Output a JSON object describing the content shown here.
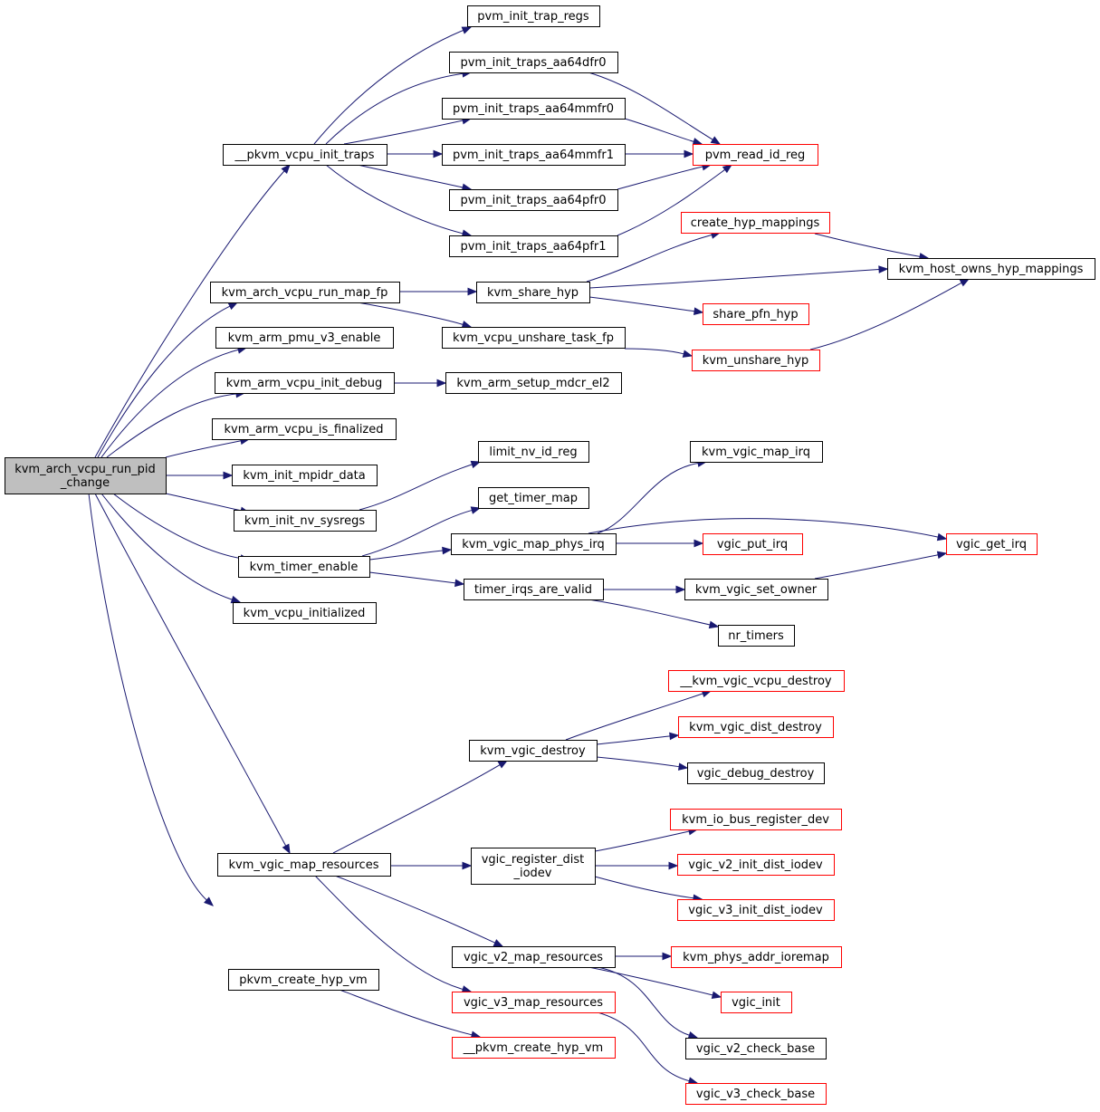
{
  "colors": {
    "edge": "#191970",
    "normal_border": "#000000",
    "truncated_border": "#ff0000",
    "root_fill": "#bfbfbf",
    "fill": "#ffffff"
  },
  "nodes": {
    "root": {
      "lines": [
        "kvm_arch_vcpu_run_pid",
        "_change"
      ],
      "type": "root"
    },
    "pkvm_init_traps": {
      "lines": [
        "__pkvm_vcpu_init_traps"
      ],
      "type": "normal"
    },
    "pvm_init_trap_regs": {
      "lines": [
        "pvm_init_trap_regs"
      ],
      "type": "normal"
    },
    "aa64dfr0": {
      "lines": [
        "pvm_init_traps_aa64dfr0"
      ],
      "type": "normal"
    },
    "aa64mmfr0": {
      "lines": [
        "pvm_init_traps_aa64mmfr0"
      ],
      "type": "normal"
    },
    "aa64mmfr1": {
      "lines": [
        "pvm_init_traps_aa64mmfr1"
      ],
      "type": "normal"
    },
    "aa64pfr0": {
      "lines": [
        "pvm_init_traps_aa64pfr0"
      ],
      "type": "normal"
    },
    "aa64pfr1": {
      "lines": [
        "pvm_init_traps_aa64pfr1"
      ],
      "type": "normal"
    },
    "pvm_read_id_reg": {
      "lines": [
        "pvm_read_id_reg"
      ],
      "type": "truncated"
    },
    "create_hyp_mappings": {
      "lines": [
        "create_hyp_mappings"
      ],
      "type": "truncated"
    },
    "kvm_host_owns_hyp_mappings": {
      "lines": [
        "kvm_host_owns_hyp_mappings"
      ],
      "type": "normal"
    },
    "run_map_fp": {
      "lines": [
        "kvm_arch_vcpu_run_map_fp"
      ],
      "type": "normal"
    },
    "kvm_share_hyp": {
      "lines": [
        "kvm_share_hyp"
      ],
      "type": "normal"
    },
    "share_pfn_hyp": {
      "lines": [
        "share_pfn_hyp"
      ],
      "type": "truncated"
    },
    "pmu_v3_enable": {
      "lines": [
        "kvm_arm_pmu_v3_enable"
      ],
      "type": "normal"
    },
    "unshare_task_fp": {
      "lines": [
        "kvm_vcpu_unshare_task_fp"
      ],
      "type": "normal"
    },
    "kvm_unshare_hyp": {
      "lines": [
        "kvm_unshare_hyp"
      ],
      "type": "truncated"
    },
    "init_debug": {
      "lines": [
        "kvm_arm_vcpu_init_debug"
      ],
      "type": "normal"
    },
    "setup_mdcr_el2": {
      "lines": [
        "kvm_arm_setup_mdcr_el2"
      ],
      "type": "normal"
    },
    "is_finalized": {
      "lines": [
        "kvm_arm_vcpu_is_finalized"
      ],
      "type": "normal"
    },
    "limit_nv_id_reg": {
      "lines": [
        "limit_nv_id_reg"
      ],
      "type": "normal"
    },
    "kvm_vgic_map_irq": {
      "lines": [
        "kvm_vgic_map_irq"
      ],
      "type": "normal"
    },
    "init_mpidr_data": {
      "lines": [
        "kvm_init_mpidr_data"
      ],
      "type": "normal"
    },
    "get_timer_map": {
      "lines": [
        "get_timer_map"
      ],
      "type": "normal"
    },
    "init_nv_sysregs": {
      "lines": [
        "kvm_init_nv_sysregs"
      ],
      "type": "normal"
    },
    "vgic_map_phys_irq": {
      "lines": [
        "kvm_vgic_map_phys_irq"
      ],
      "type": "normal"
    },
    "vgic_put_irq": {
      "lines": [
        "vgic_put_irq"
      ],
      "type": "truncated"
    },
    "vgic_get_irq": {
      "lines": [
        "vgic_get_irq"
      ],
      "type": "truncated"
    },
    "timer_enable": {
      "lines": [
        "kvm_timer_enable"
      ],
      "type": "normal"
    },
    "timer_irqs_are_valid": {
      "lines": [
        "timer_irqs_are_valid"
      ],
      "type": "normal"
    },
    "vgic_set_owner": {
      "lines": [
        "kvm_vgic_set_owner"
      ],
      "type": "normal"
    },
    "vcpu_initialized": {
      "lines": [
        "kvm_vcpu_initialized"
      ],
      "type": "normal"
    },
    "nr_timers": {
      "lines": [
        "nr_timers"
      ],
      "type": "normal"
    },
    "vgic_vcpu_destroy": {
      "lines": [
        "__kvm_vgic_vcpu_destroy"
      ],
      "type": "truncated"
    },
    "vgic_destroy": {
      "lines": [
        "kvm_vgic_destroy"
      ],
      "type": "normal"
    },
    "vgic_dist_destroy": {
      "lines": [
        "kvm_vgic_dist_destroy"
      ],
      "type": "truncated"
    },
    "vgic_debug_destroy": {
      "lines": [
        "vgic_debug_destroy"
      ],
      "type": "normal"
    },
    "io_bus_register_dev": {
      "lines": [
        "kvm_io_bus_register_dev"
      ],
      "type": "truncated"
    },
    "vgic_map_resources": {
      "lines": [
        "kvm_vgic_map_resources"
      ],
      "type": "normal"
    },
    "register_dist_iodev": {
      "lines": [
        "vgic_register_dist",
        "_iodev"
      ],
      "type": "normal"
    },
    "v2_init_dist_iodev": {
      "lines": [
        "vgic_v2_init_dist_iodev"
      ],
      "type": "truncated"
    },
    "v3_init_dist_iodev": {
      "lines": [
        "vgic_v3_init_dist_iodev"
      ],
      "type": "truncated"
    },
    "v2_map_resources": {
      "lines": [
        "vgic_v2_map_resources"
      ],
      "type": "normal"
    },
    "phys_addr_ioremap": {
      "lines": [
        "kvm_phys_addr_ioremap"
      ],
      "type": "truncated"
    },
    "pkvm_create_hyp_vm": {
      "lines": [
        "pkvm_create_hyp_vm"
      ],
      "type": "normal"
    },
    "vgic_init": {
      "lines": [
        "vgic_init"
      ],
      "type": "truncated"
    },
    "v3_map_resources": {
      "lines": [
        "vgic_v3_map_resources"
      ],
      "type": "truncated"
    },
    "__pkvm_create_hyp_vm": {
      "lines": [
        "__pkvm_create_hyp_vm"
      ],
      "type": "truncated"
    },
    "v2_check_base": {
      "lines": [
        "vgic_v2_check_base"
      ],
      "type": "normal"
    },
    "v3_check_base": {
      "lines": [
        "vgic_v3_check_base"
      ],
      "type": "truncated"
    }
  },
  "edges": [
    [
      "root",
      "pkvm_init_traps"
    ],
    [
      "root",
      "run_map_fp"
    ],
    [
      "root",
      "pmu_v3_enable"
    ],
    [
      "root",
      "init_debug"
    ],
    [
      "root",
      "is_finalized"
    ],
    [
      "root",
      "init_mpidr_data"
    ],
    [
      "root",
      "init_nv_sysregs"
    ],
    [
      "root",
      "timer_enable"
    ],
    [
      "root",
      "vcpu_initialized"
    ],
    [
      "root",
      "vgic_map_resources"
    ],
    [
      "root",
      "pkvm_create_hyp_vm"
    ],
    [
      "pkvm_init_traps",
      "pvm_init_trap_regs"
    ],
    [
      "pkvm_init_traps",
      "aa64dfr0"
    ],
    [
      "pkvm_init_traps",
      "aa64mmfr0"
    ],
    [
      "pkvm_init_traps",
      "aa64mmfr1"
    ],
    [
      "pkvm_init_traps",
      "aa64pfr0"
    ],
    [
      "pkvm_init_traps",
      "aa64pfr1"
    ],
    [
      "aa64dfr0",
      "pvm_read_id_reg"
    ],
    [
      "aa64mmfr0",
      "pvm_read_id_reg"
    ],
    [
      "aa64mmfr1",
      "pvm_read_id_reg"
    ],
    [
      "aa64pfr0",
      "pvm_read_id_reg"
    ],
    [
      "aa64pfr1",
      "pvm_read_id_reg"
    ],
    [
      "run_map_fp",
      "kvm_share_hyp"
    ],
    [
      "run_map_fp",
      "unshare_task_fp"
    ],
    [
      "kvm_share_hyp",
      "create_hyp_mappings"
    ],
    [
      "kvm_share_hyp",
      "kvm_host_owns_hyp_mappings"
    ],
    [
      "kvm_share_hyp",
      "share_pfn_hyp"
    ],
    [
      "create_hyp_mappings",
      "kvm_host_owns_hyp_mappings"
    ],
    [
      "unshare_task_fp",
      "kvm_unshare_hyp"
    ],
    [
      "kvm_unshare_hyp",
      "kvm_host_owns_hyp_mappings"
    ],
    [
      "init_debug",
      "setup_mdcr_el2"
    ],
    [
      "init_nv_sysregs",
      "limit_nv_id_reg"
    ],
    [
      "timer_enable",
      "get_timer_map"
    ],
    [
      "timer_enable",
      "vgic_map_phys_irq"
    ],
    [
      "timer_enable",
      "timer_irqs_are_valid"
    ],
    [
      "vgic_map_phys_irq",
      "kvm_vgic_map_irq"
    ],
    [
      "vgic_map_phys_irq",
      "vgic_put_irq"
    ],
    [
      "vgic_map_phys_irq",
      "vgic_get_irq"
    ],
    [
      "timer_irqs_are_valid",
      "vgic_set_owner"
    ],
    [
      "timer_irqs_are_valid",
      "nr_timers"
    ],
    [
      "vgic_set_owner",
      "vgic_get_irq"
    ],
    [
      "vgic_map_resources",
      "vgic_destroy"
    ],
    [
      "vgic_map_resources",
      "register_dist_iodev"
    ],
    [
      "vgic_map_resources",
      "v2_map_resources"
    ],
    [
      "vgic_map_resources",
      "v3_map_resources"
    ],
    [
      "vgic_destroy",
      "vgic_vcpu_destroy"
    ],
    [
      "vgic_destroy",
      "vgic_dist_destroy"
    ],
    [
      "vgic_destroy",
      "vgic_debug_destroy"
    ],
    [
      "register_dist_iodev",
      "io_bus_register_dev"
    ],
    [
      "register_dist_iodev",
      "v2_init_dist_iodev"
    ],
    [
      "register_dist_iodev",
      "v3_init_dist_iodev"
    ],
    [
      "v2_map_resources",
      "phys_addr_ioremap"
    ],
    [
      "v2_map_resources",
      "vgic_init"
    ],
    [
      "v2_map_resources",
      "v2_check_base"
    ],
    [
      "v3_map_resources",
      "v3_check_base"
    ],
    [
      "pkvm_create_hyp_vm",
      "__pkvm_create_hyp_vm"
    ]
  ]
}
